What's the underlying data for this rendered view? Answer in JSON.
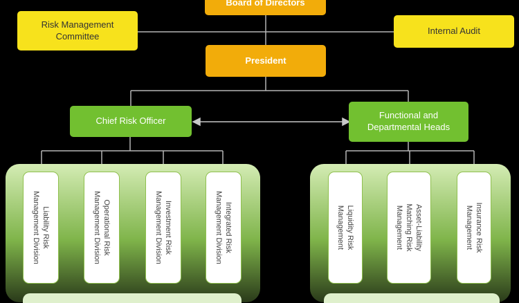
{
  "board": {
    "label": "Board of Directors"
  },
  "risk_committee": {
    "line1": "Risk Management",
    "line2": "Committee"
  },
  "internal_audit": {
    "label": "Internal Audit"
  },
  "president": {
    "label": "President"
  },
  "cro": {
    "label": "Chief Risk Officer"
  },
  "functional_heads": {
    "line1": "Functional and",
    "line2": "Departmental Heads"
  },
  "left_divisions": [
    {
      "line1": "Liability Risk",
      "line2": "Management Division"
    },
    {
      "line1": "Operational Risk",
      "line2": "Management Division"
    },
    {
      "line1": "Investment Risk",
      "line2": "Management Division"
    },
    {
      "line1": "Integrated Risk",
      "line2": "Management Division"
    }
  ],
  "right_divisions": [
    {
      "line1": "Liquidity Risk",
      "line2": "Management"
    },
    {
      "line1": "Asset-Liability",
      "line2": "Matching Risk",
      "line3": "Management"
    },
    {
      "line1": "Insurance Risk",
      "line2": "Management"
    }
  ],
  "colors": {
    "executive_box": "#f2ac0a",
    "committee_box": "#f7e21c",
    "risk_box": "#72c030",
    "connector": "#b5b5b5",
    "background": "#000000"
  }
}
